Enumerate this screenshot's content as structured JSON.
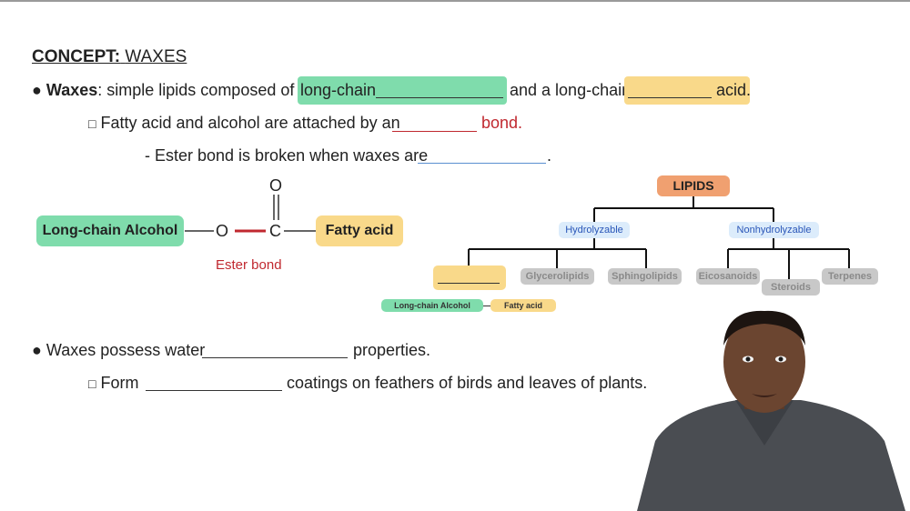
{
  "concept": {
    "label": "CONCEPT:",
    "topic": "WAXES"
  },
  "bullet1": {
    "bullet": "●",
    "term": "Waxes",
    "text_a": ": simple lipids composed of a ",
    "green_word": "long-chain",
    "text_b": "and a long-chain",
    "yellow_word": "acid."
  },
  "sub1": {
    "box": "□",
    "text": "Fatty acid and alcohol are attached by an",
    "red_word": "bond."
  },
  "sub2": {
    "text": "- Ester bond is broken when waxes are",
    "end": "."
  },
  "structure": {
    "alcohol": "Long-chain Alcohol",
    "fatty_acid": "Fatty acid",
    "oxygen": "O",
    "carbon": "C",
    "carbonyl_o": "O",
    "ester_label": "Ester bond"
  },
  "tree": {
    "root": "LIPIDS",
    "hydrolyzable": "Hydrolyzable",
    "nonhydrolyzable": "Nonhydrolyzable",
    "glycerolipids": "Glycerolipids",
    "sphingolipids": "Sphingolipids",
    "eicosanoids": "Eicosanoids",
    "steroids": "Steroids",
    "terpenes": "Terpenes",
    "mini_alcohol": "Long-chain Alcohol",
    "mini_fatty": "Fatty acid"
  },
  "bullet2": {
    "bullet": "●",
    "text_a": "Waxes possess water",
    "text_b": "properties."
  },
  "sub3": {
    "box": "□",
    "text_a": "Form",
    "text_b": "coatings on feathers of birds and leaves of plants."
  },
  "colors": {
    "green": "#7fdcac",
    "yellow": "#f9d98a",
    "orange": "#f0a070",
    "red": "#c0282f",
    "blue_line": "#5a8fd0"
  }
}
